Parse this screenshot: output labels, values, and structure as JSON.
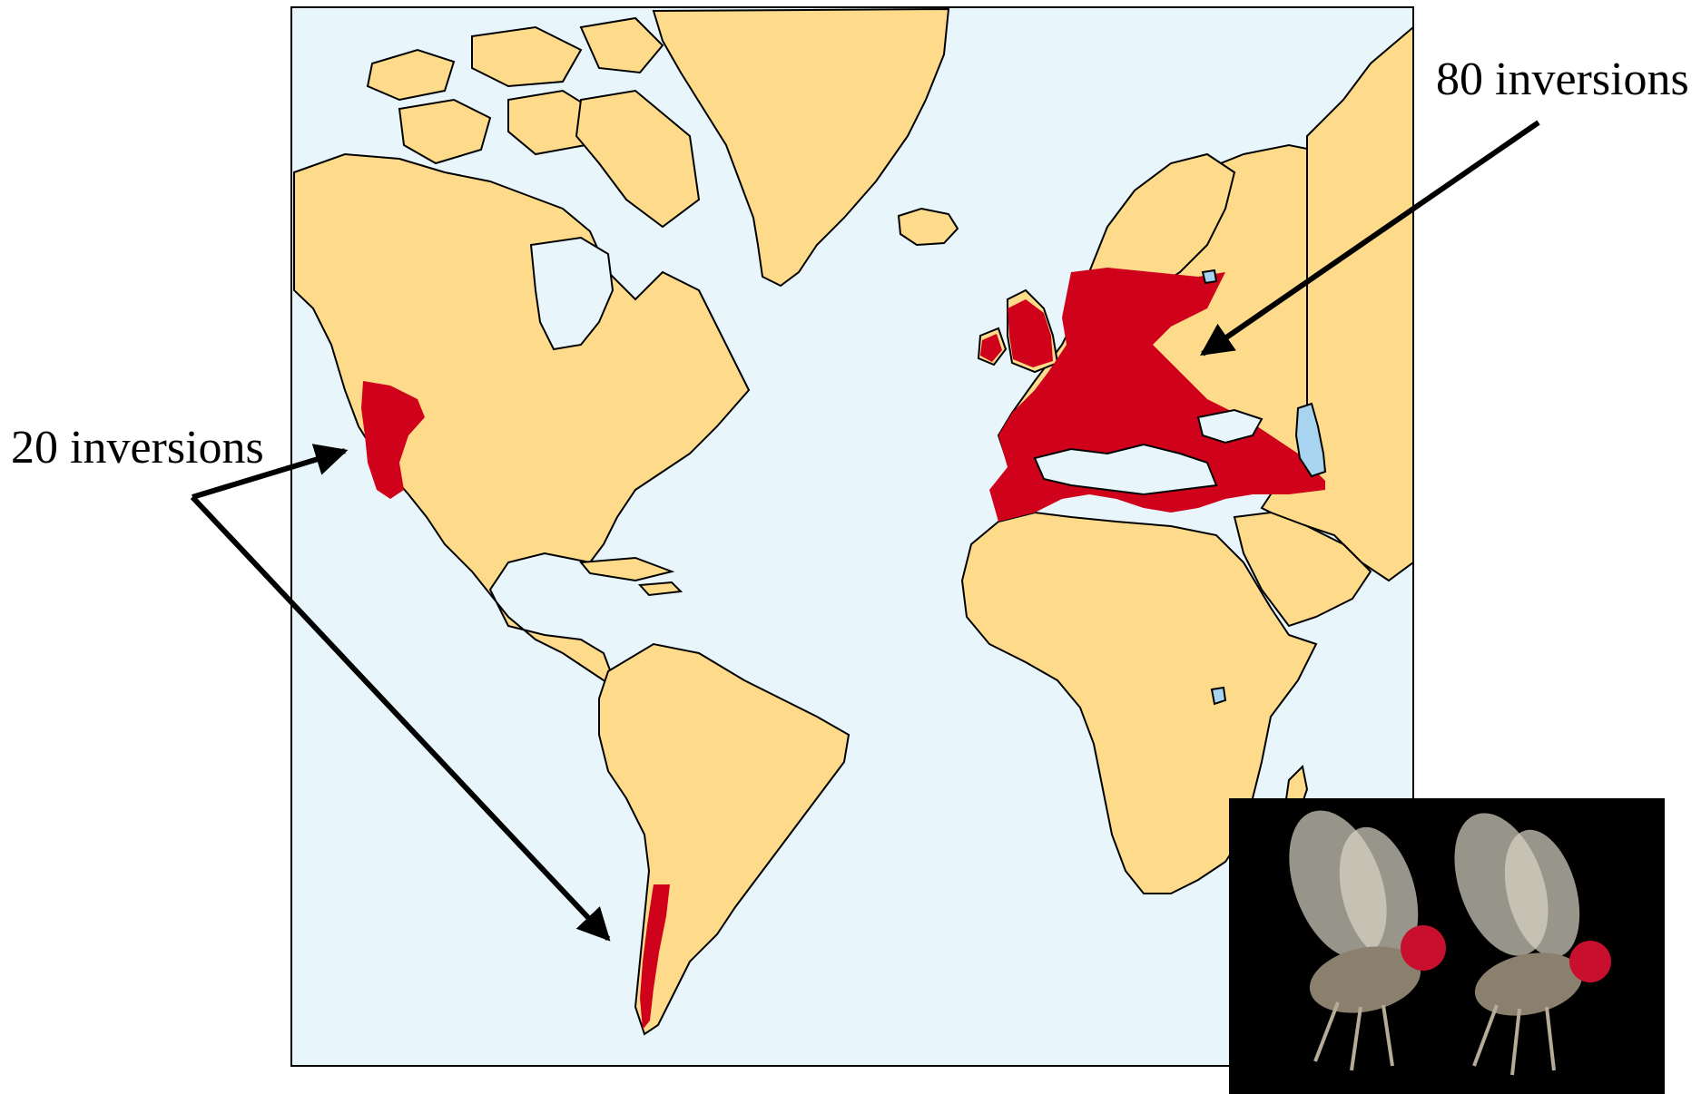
{
  "annotations": {
    "europe_label": "80 inversions",
    "americas_label": "20 inversions"
  },
  "colors": {
    "ocean": "#e8f6fc",
    "land": "#fddb8b",
    "range": "#d0021b",
    "lake": "#a8d4f0",
    "outline": "#000000",
    "photo_background": "#000000"
  },
  "legend_photo": {
    "subject": "two fruit flies"
  }
}
